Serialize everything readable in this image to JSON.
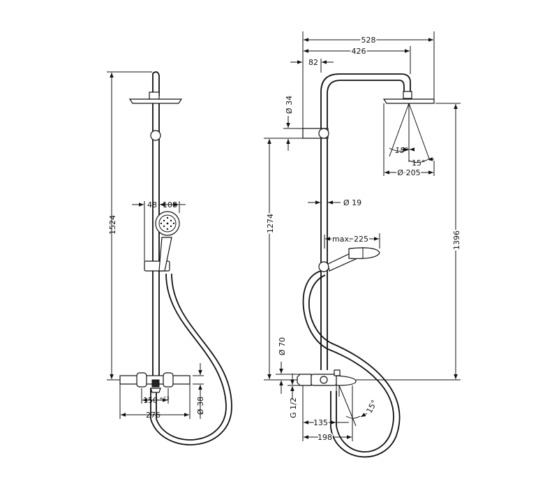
{
  "dimensions": {
    "front": {
      "overall_height": "1524",
      "bar_offset": "48",
      "handshower_diameter": "108",
      "outlet_spacing": "150",
      "outlet_spacing_tolerance": "±12",
      "mixer_width": "276",
      "mixer_diameter": "Ø 38"
    },
    "side": {
      "overall_projection": "528",
      "arm_reach": "426",
      "wall_to_bar": "82",
      "head_height": "1396",
      "bracket_diameter": "Ø 34",
      "bracket_height": "1274",
      "rail_diameter": "Ø 19",
      "handshower_reach": "max. 225",
      "mixer_diameter": "Ø 70",
      "inlet_thread": "G 1/2",
      "spout_reach": "135",
      "spout_projection": "198",
      "spout_angle": "15°",
      "head_angle_left": "15°",
      "head_angle_right": "15°",
      "head_diameter": "Ø 205"
    }
  }
}
